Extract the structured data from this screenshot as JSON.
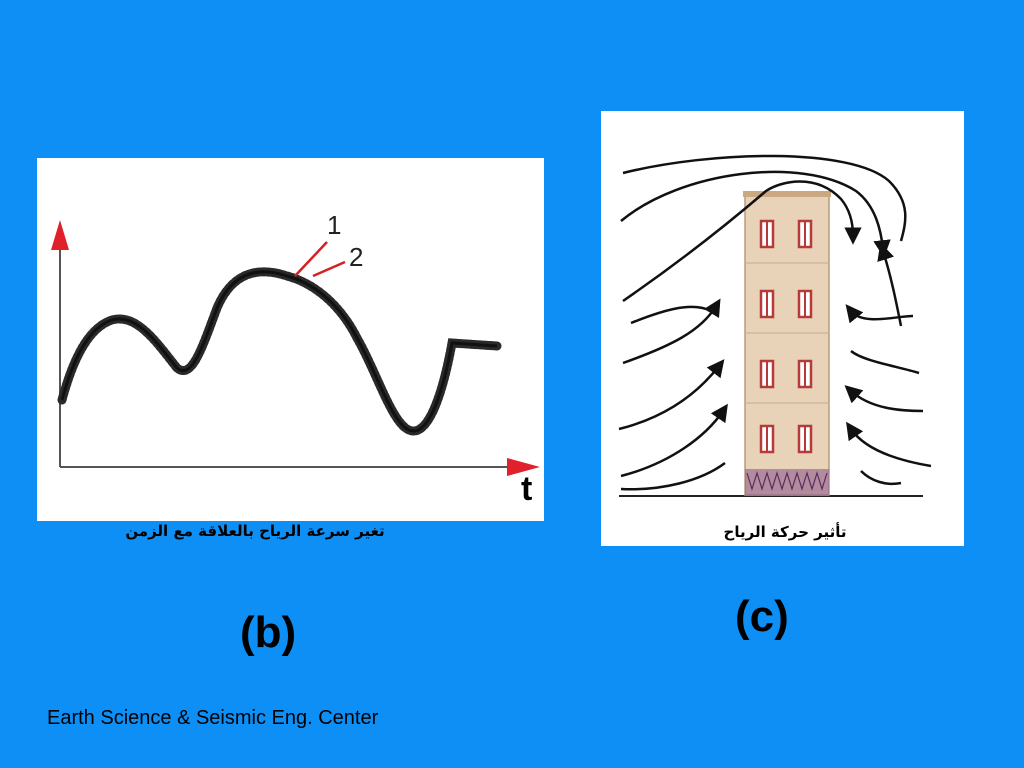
{
  "slide": {
    "background": "#0d8ff5",
    "footer": "Earth Science & Seismic Eng. Center"
  },
  "figure_b": {
    "label": "(b)",
    "caption": "تغير سرعة الرياح بالعلاقة مع الزمن",
    "axis_x_label": "t",
    "curve_labels": [
      "1",
      "2"
    ],
    "arrow_color": "#e0202a"
  },
  "figure_c": {
    "label": "(c)",
    "caption": "تأثير حركة الرياح",
    "building_color": "#e8d2b8",
    "window_color": "#b73a3a"
  }
}
